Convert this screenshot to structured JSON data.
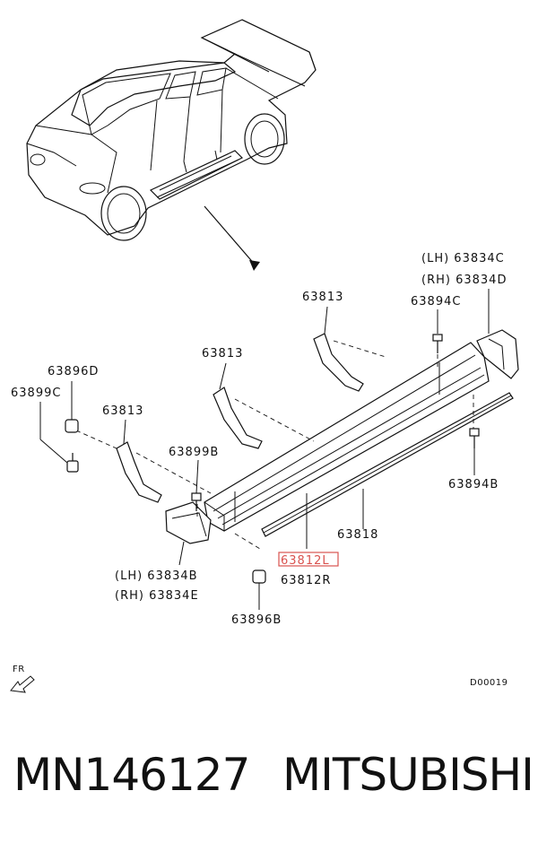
{
  "labels": {
    "lh_63834c": "(LH) 63834C",
    "rh_63834d": "(RH) 63834D",
    "p63813_a": "63813",
    "p63894c": "63894C",
    "p63813_b": "63813",
    "p63896d": "63896D",
    "p63899c": "63899C",
    "p63813_c": "63813",
    "p63899b": "63899B",
    "p63894b": "63894B",
    "p63818": "63818",
    "p63812l": "63812L",
    "p63812r": "63812R",
    "lh_63834b": "(LH) 63834B",
    "rh_63834e": "(RH) 63834E",
    "p63896b": "63896B",
    "fr": "FR",
    "diagram_code": "D00019"
  },
  "highlight_color": "#d9534f",
  "footer": {
    "part_number": "MN146127",
    "brand": "MITSUBISHI"
  }
}
